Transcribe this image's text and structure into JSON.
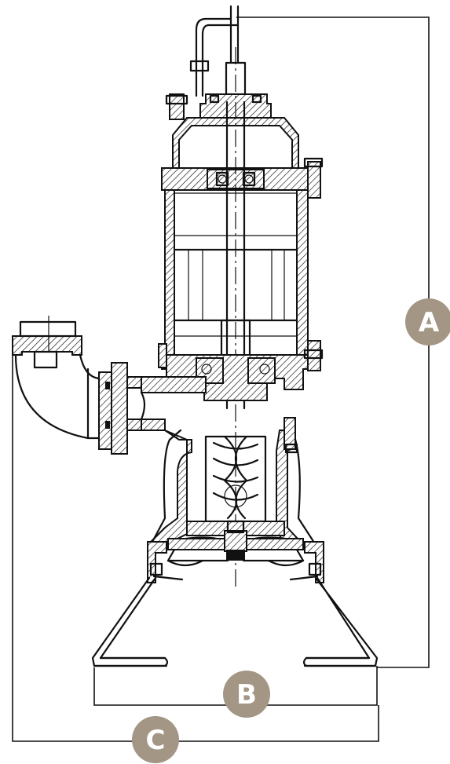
{
  "colors": {
    "line": "#111111",
    "badge_fill": "#a39684",
    "badge_text": "#ffffff",
    "background": "#ffffff"
  },
  "dimensions": [
    {
      "key": "A",
      "label": "A"
    },
    {
      "key": "B",
      "label": "B"
    },
    {
      "key": "C",
      "label": "C"
    }
  ]
}
